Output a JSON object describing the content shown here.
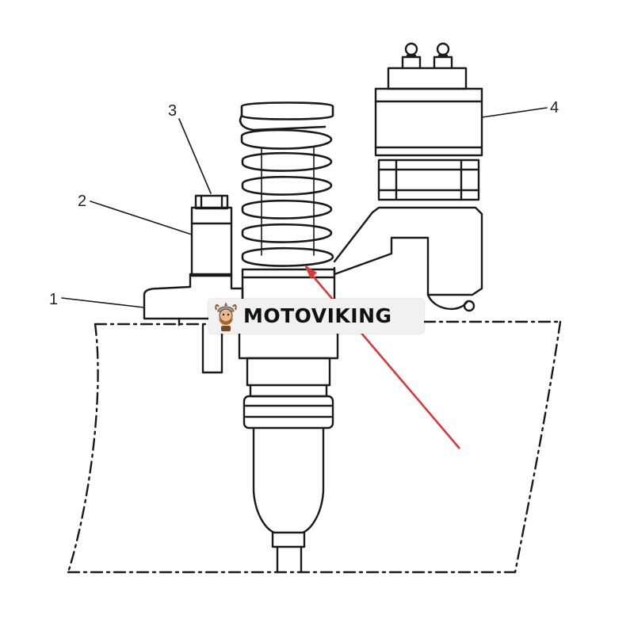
{
  "diagram": {
    "callouts": [
      {
        "id": "1",
        "text": "1"
      },
      {
        "id": "2",
        "text": "2"
      },
      {
        "id": "3",
        "text": "3"
      },
      {
        "id": "4",
        "text": "4"
      }
    ]
  },
  "watermark": {
    "brand": "MOTOVIKING",
    "logo_icon": "viking-mascot-icon"
  },
  "colors": {
    "line": "#1a1a1a",
    "arrow": "#d63a3a",
    "background": "#ffffff"
  }
}
